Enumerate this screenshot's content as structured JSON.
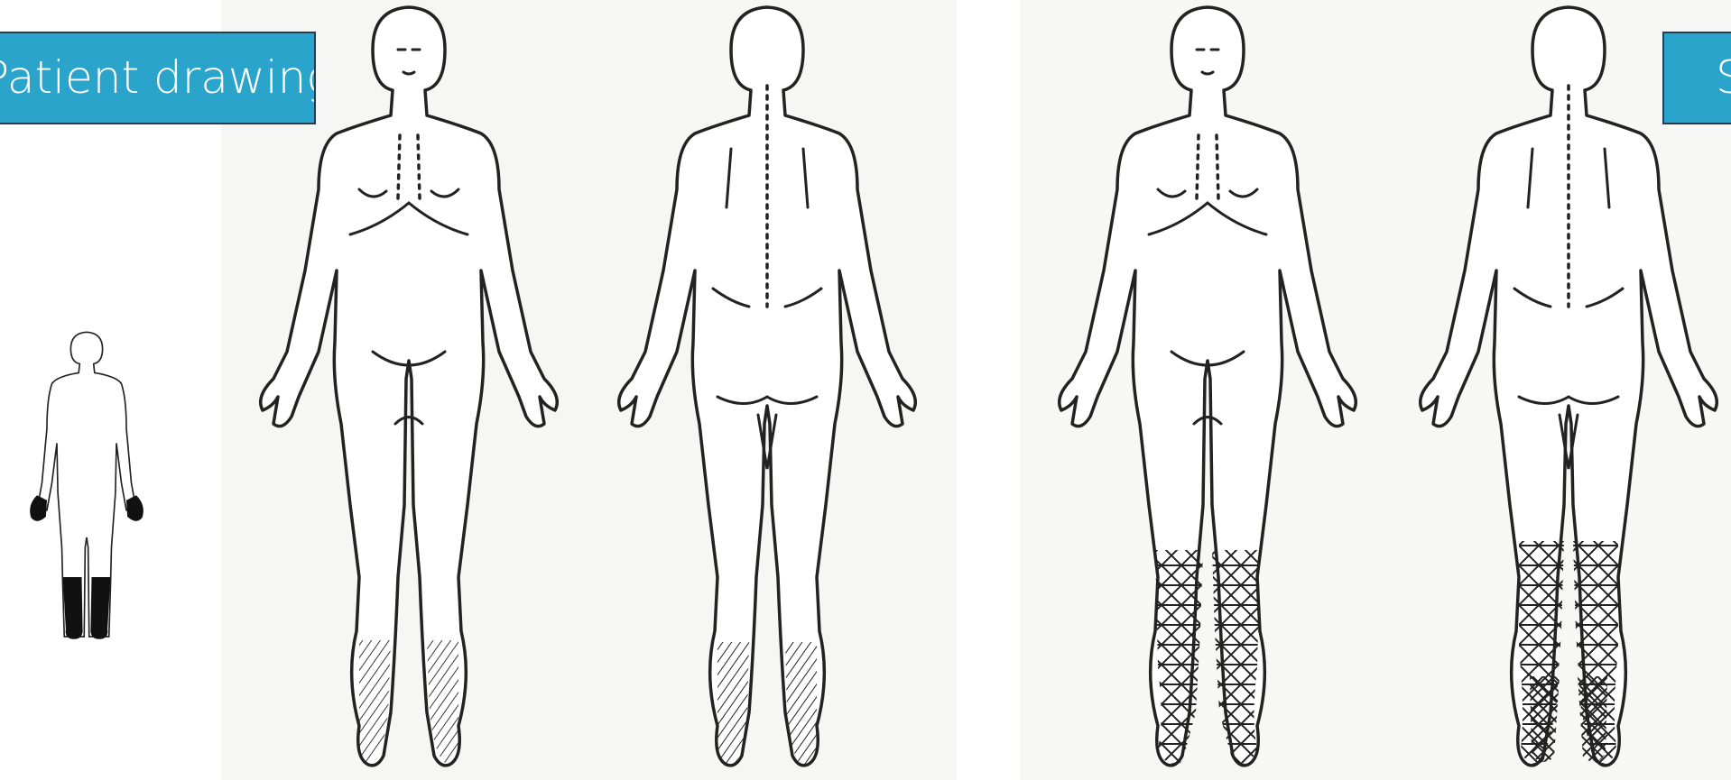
{
  "labels": {
    "left": "Patient drawing",
    "right": "S"
  },
  "icons": {
    "small_figure": "body-outline-icon",
    "hatch_fill": "sensory-area-hatching"
  },
  "colors": {
    "label_bg": "#2ba4cc",
    "label_border": "#1e3f5a",
    "line": "#222222",
    "shaded": "#111111"
  }
}
